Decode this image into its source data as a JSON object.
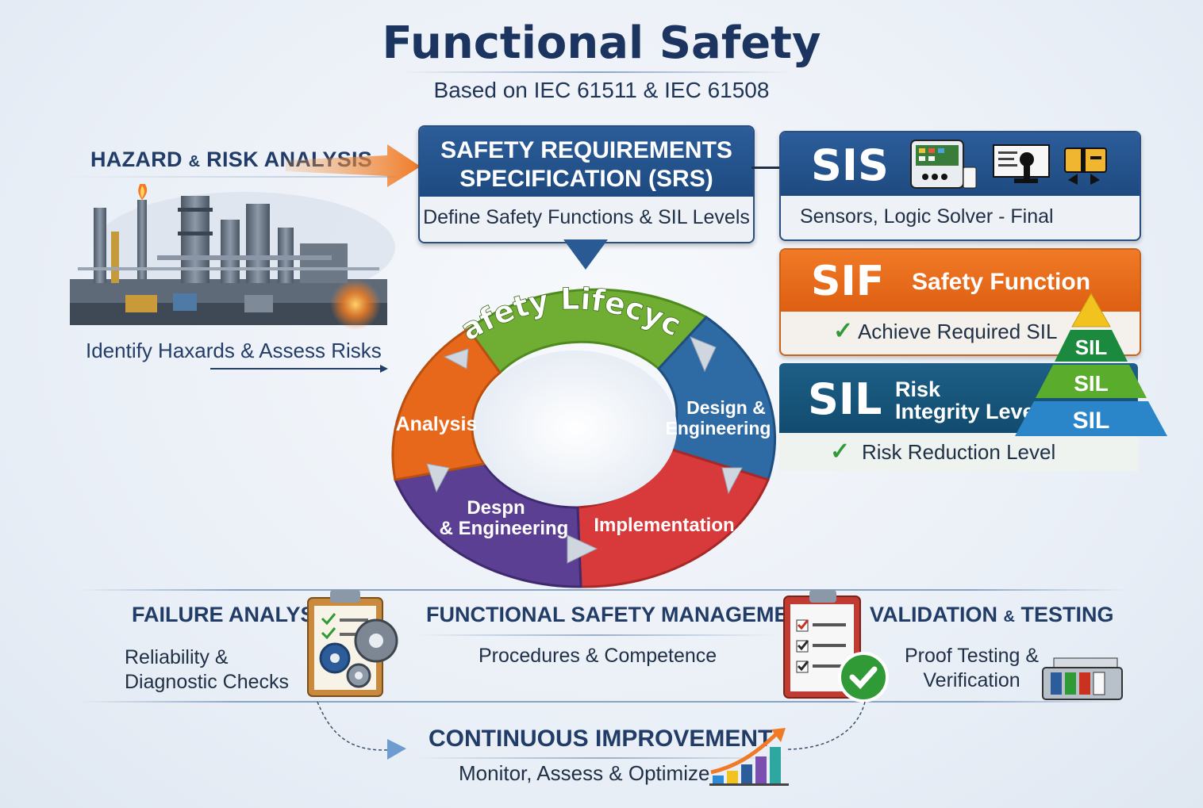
{
  "header": {
    "title": "Functional Safety",
    "subtitle": "Based on IEC 61511 & IEC 61508"
  },
  "hazard": {
    "title_a": "HAZARD",
    "title_amp": "&",
    "title_b": "RISK ANALYSIS",
    "caption": "Identify Haxards & Assess Risks"
  },
  "srs": {
    "title_line1": "SAFETY REQUIREMENTS",
    "title_line2": "SPECIFICATION (SRS)",
    "subtitle": "Define Safety Functions & SIL Levels"
  },
  "sis": {
    "label": "SIS",
    "subtitle": "Sensors, Logic Solver -  Final Elements"
  },
  "sif": {
    "label": "SIF",
    "title": "Safety Function",
    "subtitle": "Achieve Required SIL"
  },
  "sil": {
    "label": "SIL",
    "title_line1": "Risk",
    "title_line2": "Integrity Level",
    "subtitle": "Risk Reduction Level",
    "pyramid_levels": [
      "SIL",
      "SIL",
      "SIL"
    ]
  },
  "lifecycle": {
    "title": "Safety Lifecycle",
    "segments": {
      "analysis": "Analysis",
      "design_right_1": "Design &",
      "design_right_2": "Engineering",
      "design_left_1": "Despn",
      "design_left_2": "& Engineering",
      "implementation": "Implementation"
    }
  },
  "failure": {
    "title": "FAILURE ANALYSIS",
    "text_line1": "Reliability &",
    "text_line2": "Diagnostic Checks"
  },
  "fsm": {
    "title": "FUNCTIONAL SAFETY MANAGEMENT",
    "text": "Procedures & Competence"
  },
  "validation": {
    "title_a": "VALIDATION",
    "title_amp": "&",
    "title_b": "TESTING",
    "text_line1": "Proof Testing &",
    "text_line2": "Verification"
  },
  "improvement": {
    "title": "CONTINUOUS IMPROVEMENT",
    "text": "Monitor, Assess & Optimize"
  },
  "colors": {
    "navy": "#1c3560",
    "blue": "#2c5d9a",
    "orange": "#e8681b",
    "green": "#6fae33",
    "purple": "#5b3f93",
    "red": "#d13a3a",
    "teal": "#1d5f86"
  }
}
